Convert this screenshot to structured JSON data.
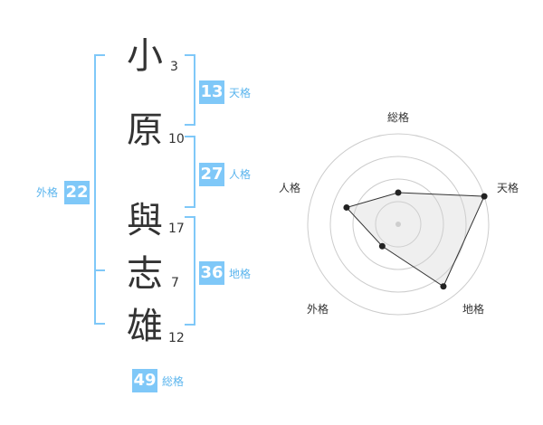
{
  "name_chars": [
    {
      "char": "小",
      "strokes": "3"
    },
    {
      "char": "原",
      "strokes": "10"
    },
    {
      "char": "與",
      "strokes": "17"
    },
    {
      "char": "志",
      "strokes": "7"
    },
    {
      "char": "雄",
      "strokes": "12"
    }
  ],
  "fortunes": {
    "tenkaku": {
      "value": "13",
      "label": "天格"
    },
    "jinkaku": {
      "value": "27",
      "label": "人格"
    },
    "chikaku": {
      "value": "36",
      "label": "地格"
    },
    "gaikaku": {
      "value": "22",
      "label": "外格"
    },
    "soukaku": {
      "value": "49",
      "label": "総格"
    }
  },
  "colors": {
    "accent": "#7fc8f8",
    "label": "#5bb5ee",
    "text": "#333333"
  },
  "chart_data": {
    "type": "radar",
    "axes": [
      "総格",
      "天格",
      "地格",
      "外格",
      "人格"
    ],
    "values": [
      0.35,
      1.0,
      0.85,
      0.3,
      0.6
    ],
    "rmax": 1,
    "rings": 4,
    "grid": true
  }
}
